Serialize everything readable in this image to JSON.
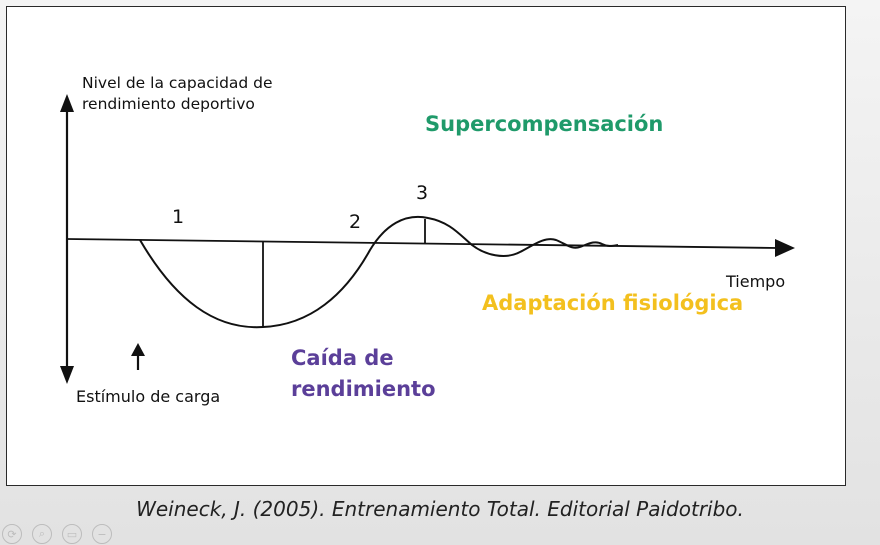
{
  "diagram": {
    "y_axis_label_line1": "Nivel de la capacidad de",
    "y_axis_label_line2": "rendimiento deportivo",
    "x_axis_label": "Tiempo",
    "stimulus_label": "Estímulo de carga",
    "phase_labels": [
      "1",
      "2",
      "3"
    ],
    "supercompensacion": "Supercompensación",
    "adaptacion": "Adaptación fisiológica",
    "caida_line1": "Caída de",
    "caida_line2": "rendimiento",
    "colors": {
      "supercompensacion": "#1f9a6a",
      "adaptacion": "#f3c01e",
      "caida": "#5b3f99",
      "lines": "#111111"
    }
  },
  "citation": "Weineck, J. (2005). Entrenamiento Total. Editorial Paidotribo.",
  "toolbar": {
    "icons": [
      "refresh-icon",
      "zoom-icon",
      "window-icon",
      "minus-icon"
    ]
  }
}
